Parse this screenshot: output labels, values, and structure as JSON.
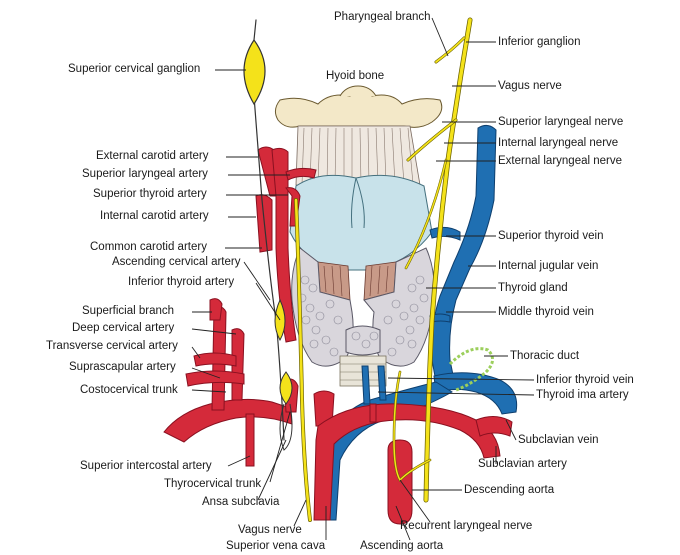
{
  "colors": {
    "artery": "#d42a3a",
    "artery_dark": "#8a1020",
    "vein": "#1f6fb2",
    "vein_dark": "#0e3f6e",
    "nerve": "#f4e21a",
    "nerve_dark": "#6b6200",
    "bone": "#f3e8c8",
    "cartilage": "#c8e2ea",
    "gland": "#d9d6dc",
    "muscle": "#c89a88",
    "duct": "#9ccf5c"
  },
  "labels_left": [
    {
      "text": "Superior cervical ganglion"
    },
    {
      "text": "External carotid artery"
    },
    {
      "text": "Superior laryngeal artery"
    },
    {
      "text": "Superior thyroid artery"
    },
    {
      "text": "Internal carotid artery"
    },
    {
      "text": "Common carotid artery"
    },
    {
      "text": "Ascending cervical artery"
    },
    {
      "text": "Inferior thyroid artery"
    },
    {
      "text": "Superficial branch"
    },
    {
      "text": "Deep cervical artery"
    },
    {
      "text": "Transverse cervical artery"
    },
    {
      "text": "Suprascapular artery"
    },
    {
      "text": "Costocervical trunk"
    }
  ],
  "labels_right": [
    {
      "text": "Pharyngeal branch"
    },
    {
      "text": "Inferior ganglion"
    },
    {
      "text": "Hyoid bone"
    },
    {
      "text": "Vagus nerve"
    },
    {
      "text": "Superior laryngeal nerve"
    },
    {
      "text": "Internal laryngeal nerve"
    },
    {
      "text": "External laryngeal nerve"
    },
    {
      "text": "Superior thyroid vein"
    },
    {
      "text": "Internal jugular vein"
    },
    {
      "text": "Thyroid gland"
    },
    {
      "text": "Middle thyroid vein"
    },
    {
      "text": "Thoracic duct"
    },
    {
      "text": "Inferior thyroid vein"
    },
    {
      "text": "Thyroid ima artery"
    },
    {
      "text": "Subclavian vein"
    },
    {
      "text": "Subclavian artery"
    },
    {
      "text": "Descending aorta"
    }
  ],
  "labels_bottom": [
    {
      "text": "Superior intercostal artery"
    },
    {
      "text": "Thyrocervical trunk"
    },
    {
      "text": "Ansa subclavia"
    },
    {
      "text": "Vagus nerve"
    },
    {
      "text": "Superior vena cava"
    },
    {
      "text": "Ascending aorta"
    },
    {
      "text": "Recurrent laryngeal nerve"
    }
  ]
}
